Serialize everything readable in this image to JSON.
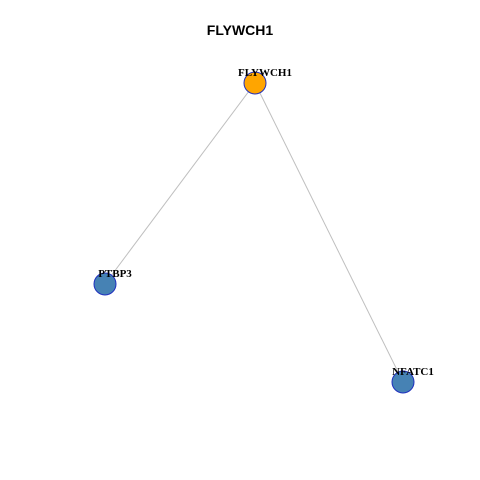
{
  "title": "FLYWCH1",
  "colors": {
    "focus_node": "#FFA500",
    "neighbor_node": "#4682B4",
    "node_border": "#1F2FBF",
    "edge": "#BFBFBF"
  },
  "nodes": [
    {
      "id": "FLYWCH1",
      "label": "FLYWCH1",
      "role": "focus"
    },
    {
      "id": "PTBP3",
      "label": "PTBP3",
      "role": "neighbor"
    },
    {
      "id": "NFATC1",
      "label": "NFATC1",
      "role": "neighbor"
    }
  ],
  "edges": [
    {
      "source": "FLYWCH1",
      "target": "PTBP3"
    },
    {
      "source": "FLYWCH1",
      "target": "NFATC1"
    }
  ]
}
